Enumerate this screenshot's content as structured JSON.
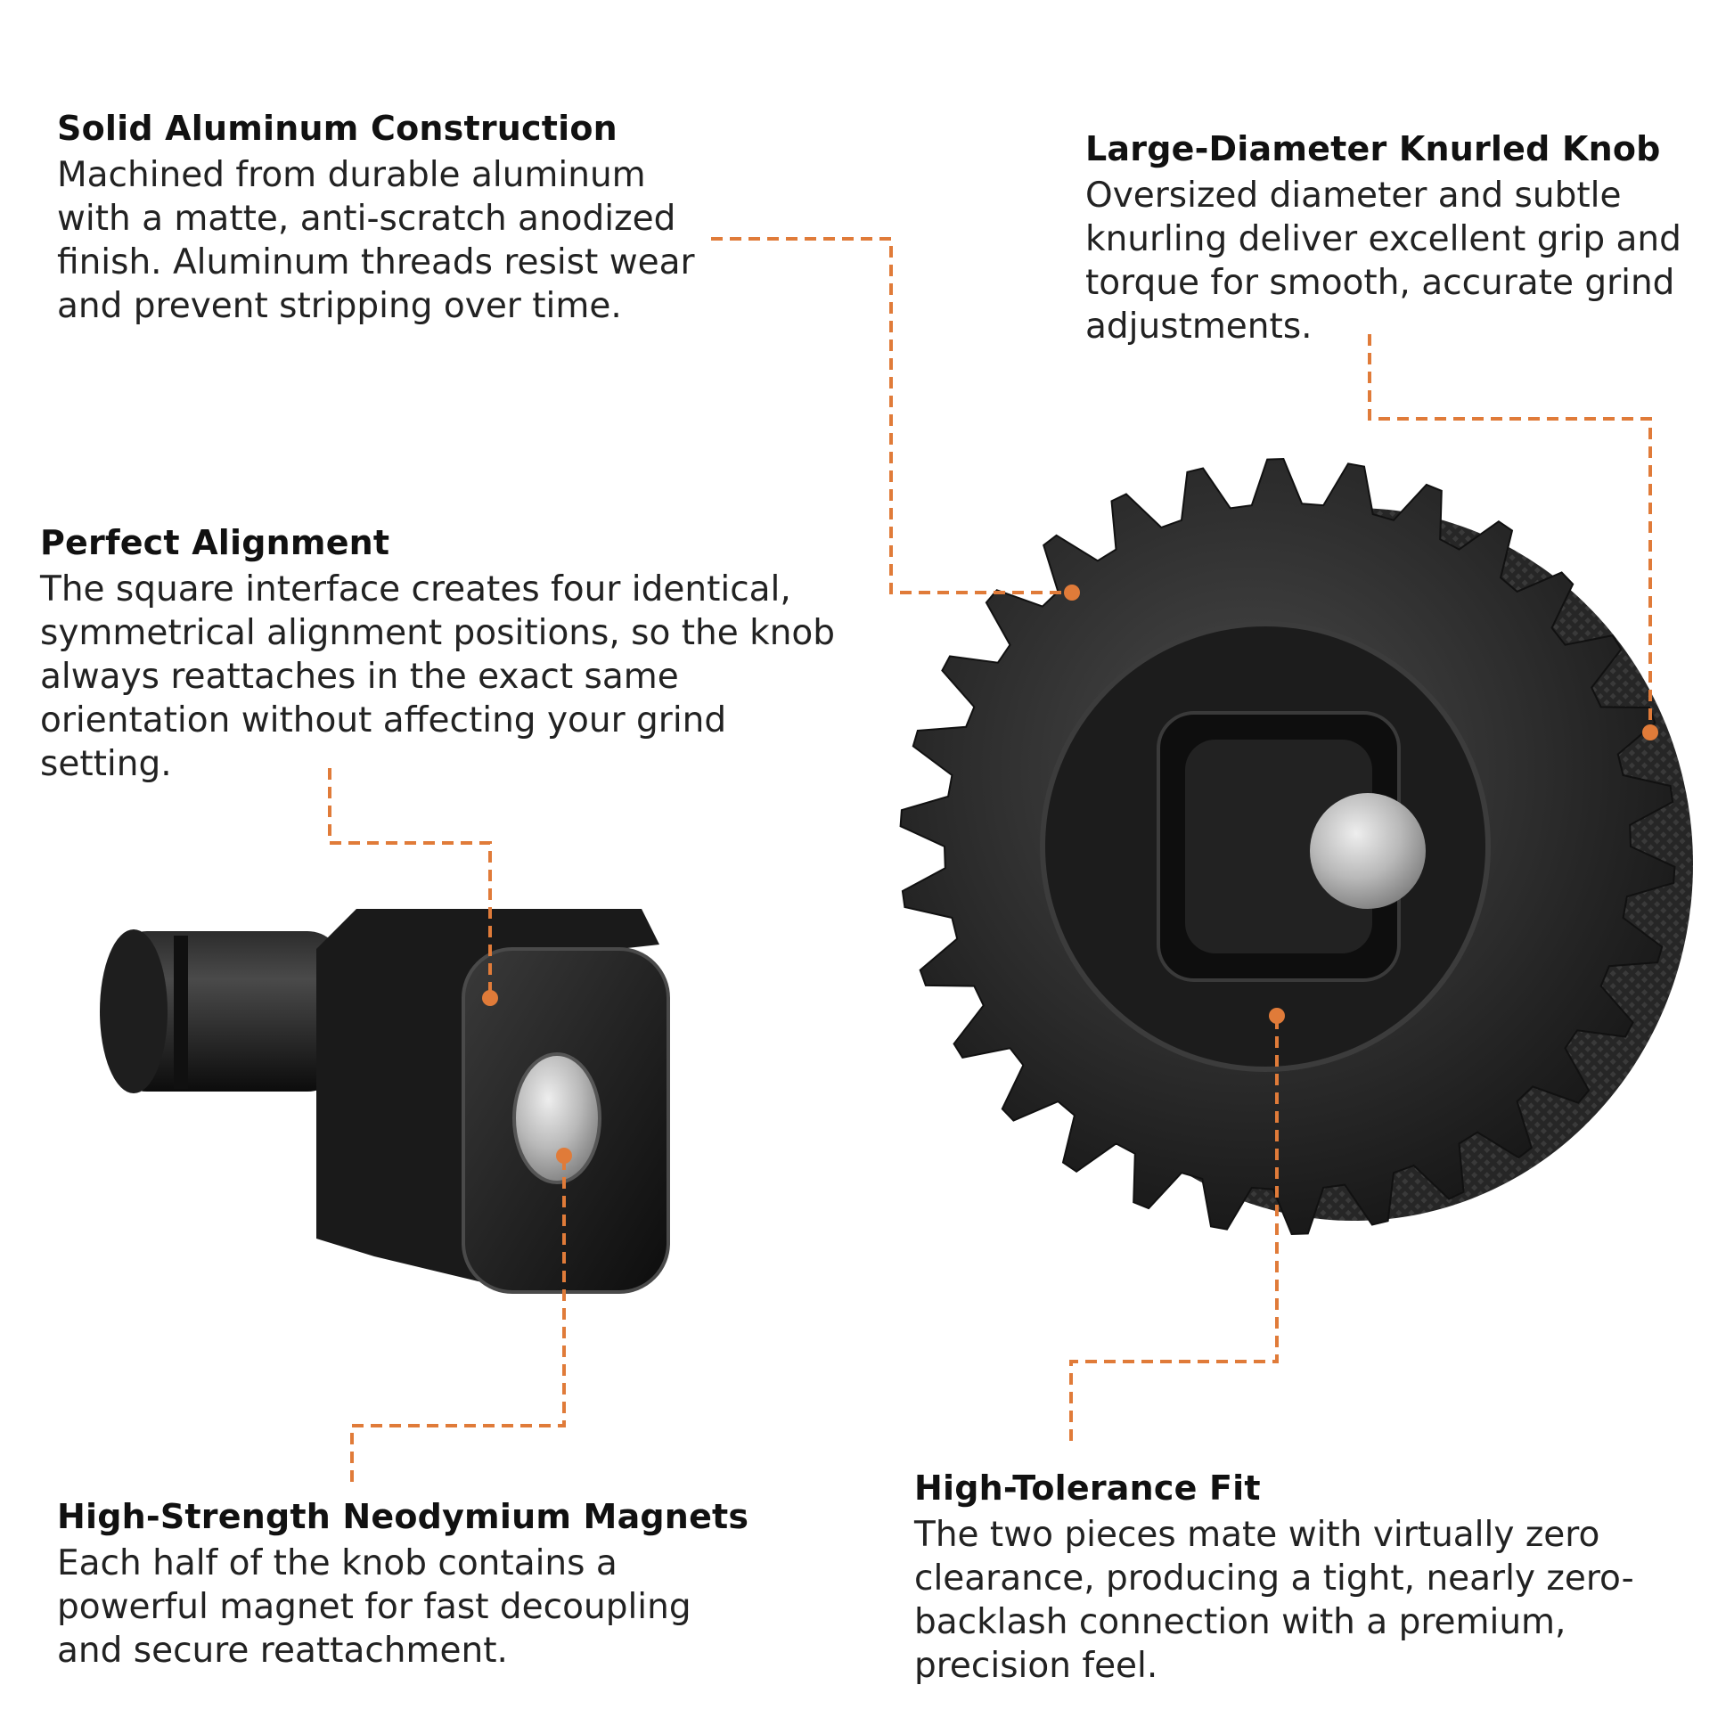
{
  "features": [
    {
      "id": "solid",
      "title": "Solid Aluminum Construction",
      "body": "Machined from durable aluminum with a matte, anti-scratch anodized finish. Aluminum threads resist wear and prevent stripping over time."
    },
    {
      "id": "knurl",
      "title": "Large-Diameter Knurled Knob",
      "body": "Oversized diameter and subtle knurling deliver excellent grip and torque for smooth, accurate grind adjustments."
    },
    {
      "id": "align",
      "title": "Perfect Alignment",
      "body": "The square interface creates four identical, symmetrical alignment positions, so the knob always reattaches in the exact same orientation without affecting your grind setting."
    },
    {
      "id": "magnet",
      "title": "High-Strength Neodymium Magnets",
      "body": "Each half of the knob contains a powerful magnet for fast decoupling and secure reattachment."
    },
    {
      "id": "fit",
      "title": "High-Tolerance Fit",
      "body": "The two pieces mate with virtually zero clearance, producing a tight, nearly zero-backlash connection with a premium, precision feel."
    }
  ],
  "colors": {
    "callout": "#e07b39",
    "metal": "#2a2a2a",
    "magnet": "#c9c9c9"
  }
}
